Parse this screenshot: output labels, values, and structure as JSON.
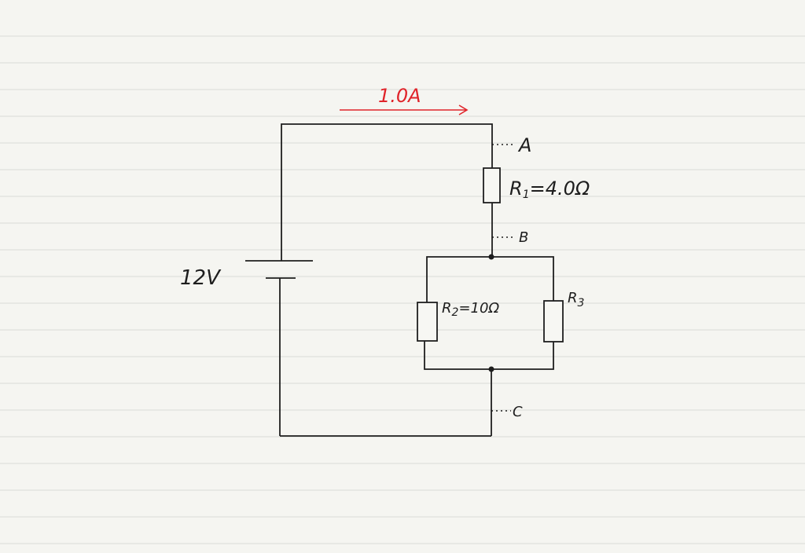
{
  "labels": {
    "current": "1.0A",
    "battery_voltage": "12V",
    "point_a": "A",
    "point_b": "B",
    "point_c": "C",
    "r1": {
      "symbol": "R",
      "sub": "1",
      "value": "=4.0Ω"
    },
    "r2": {
      "symbol": "R",
      "sub": "2",
      "value": "=10Ω"
    },
    "r3": {
      "symbol": "R",
      "sub": "3"
    }
  },
  "colors": {
    "paper": "#f5f5f1",
    "ruled_line": "#d9dbd6",
    "ink": "#1e1e1e",
    "current_annotation": "#e0242a"
  }
}
